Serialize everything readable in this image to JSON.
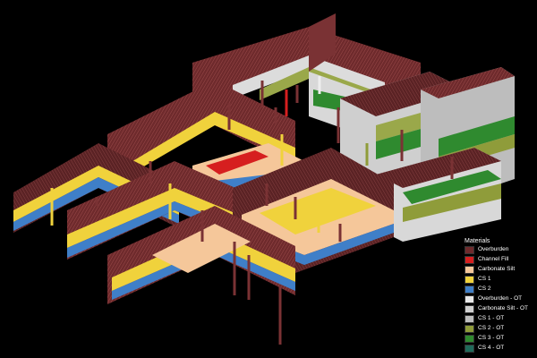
{
  "legend": {
    "title": "Materials",
    "items": [
      {
        "label": "Overburden",
        "color": "#6e2a2c"
      },
      {
        "label": "Channel Fill",
        "color": "#d61f1f"
      },
      {
        "label": "Carbonate Silt",
        "color": "#f5c79a"
      },
      {
        "label": "CS 1",
        "color": "#f0d23c"
      },
      {
        "label": "CS 2",
        "color": "#3f7fc8"
      },
      {
        "label": "Overburden - OT",
        "color": "#e8e8e8"
      },
      {
        "label": "Carbonate Silt - OT",
        "color": "#cfcfcf"
      },
      {
        "label": "CS 1 - OT",
        "color": "#bdbdbd"
      },
      {
        "label": "CS 2 - OT",
        "color": "#8f9c3a"
      },
      {
        "label": "CS 3 - OT",
        "color": "#2f8a2f"
      },
      {
        "label": "CS 4 - OT",
        "color": "#1f6a5a"
      }
    ]
  }
}
